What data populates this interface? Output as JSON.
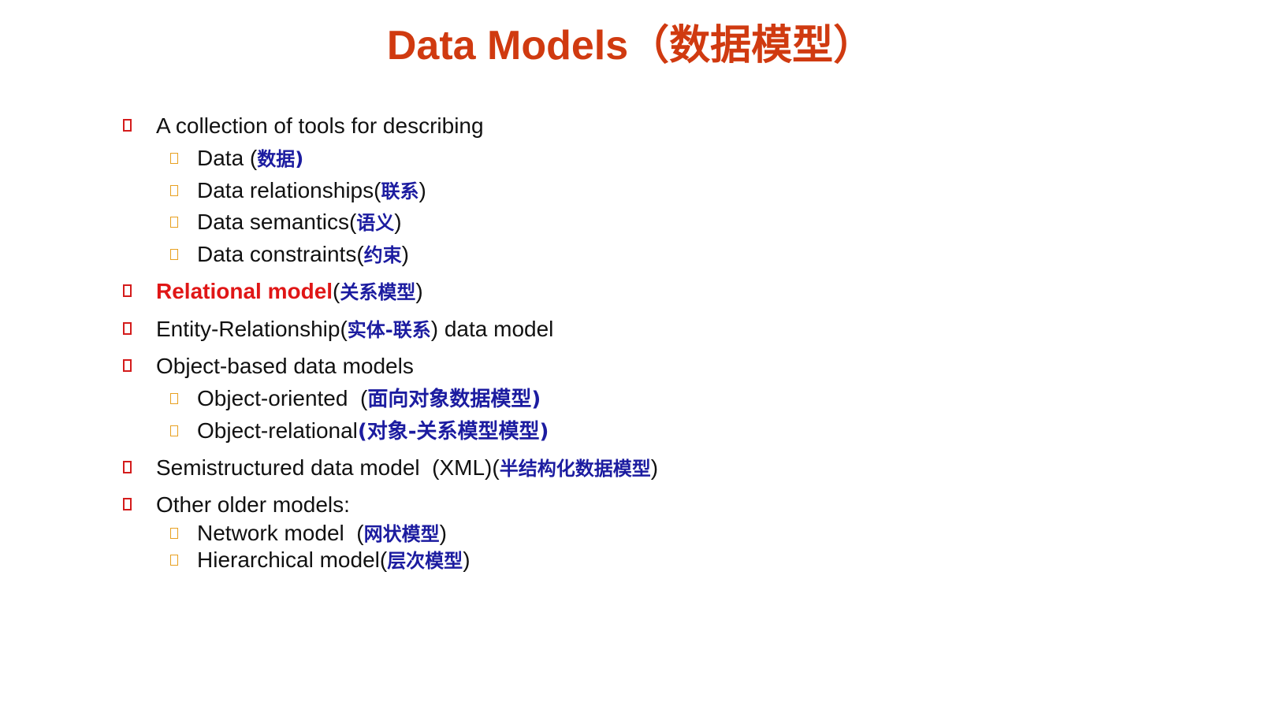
{
  "title": "Data Models（数据模型）",
  "colors": {
    "title": "#d03a10",
    "chinese": "#1c1ca0",
    "highlight": "#e01616",
    "level1_marker": "#d41c1c",
    "level2_marker": "#e8a020"
  },
  "items": {
    "collection": {
      "text": "A collection of tools for describing"
    },
    "data": {
      "text": "Data (",
      "cn": "数据)"
    },
    "relationships": {
      "text": "Data relationships(",
      "cn": "联系",
      "tail": ")"
    },
    "semantics": {
      "text": "Data semantics(",
      "cn": "语义",
      "tail": ")"
    },
    "constraints": {
      "text": "Data constraints(",
      "cn": "约束",
      "tail": ")"
    },
    "relational": {
      "em": "Relational model",
      "text": "(",
      "cn": "关系模型",
      "tail": ")"
    },
    "er": {
      "text": "Entity-Relationship(",
      "cn": "实体-联系",
      "tail": ") data model"
    },
    "object_based": {
      "text": "Object-based data models"
    },
    "object_oriented": {
      "text": "Object-oriented  (",
      "cn": "面向对象数据模型)"
    },
    "object_relational": {
      "text": "Object-relational",
      "cn": "(对象-关系模型模型)"
    },
    "semistructured": {
      "text": "Semistructured data model  (XML)(",
      "cn": "半结构化数据模型",
      "tail": ")"
    },
    "older": {
      "text": "Other older models:"
    },
    "network": {
      "text": "Network model  (",
      "cn": "网状模型",
      "tail": ")"
    },
    "hierarchical": {
      "text": "Hierarchical model(",
      "cn": "层次模型",
      "tail": ")"
    }
  }
}
